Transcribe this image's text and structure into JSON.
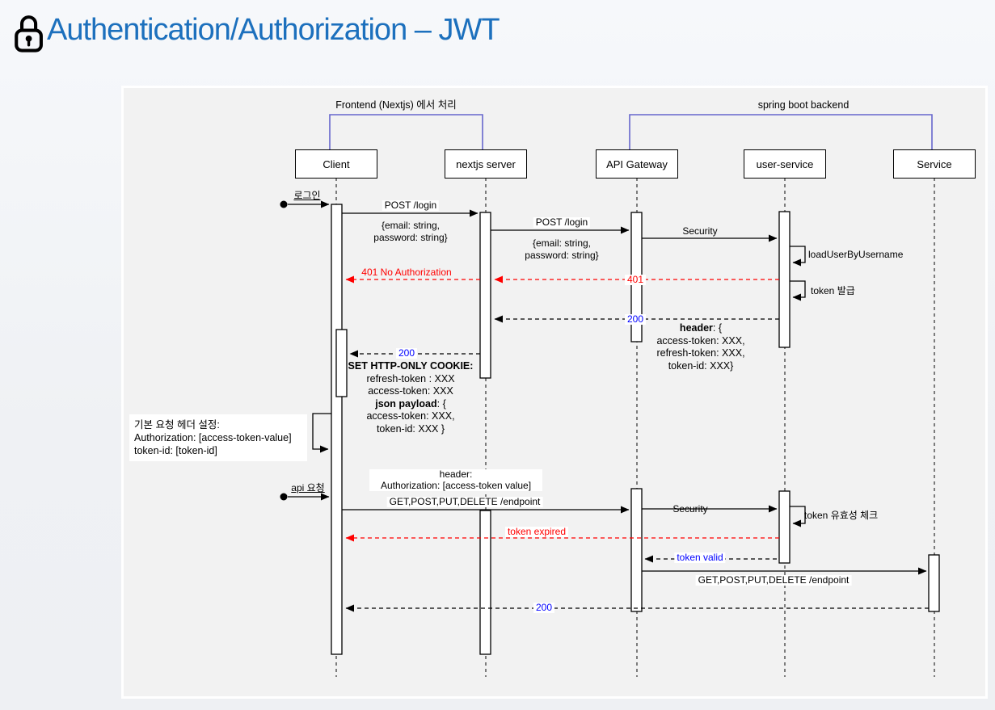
{
  "title": {
    "text": "Authentication/Authorization – JWT"
  },
  "groups": {
    "frontend": "Frontend (Nextjs) 에서 처리",
    "backend": "spring boot backend"
  },
  "participants": [
    "Client",
    "nextjs server",
    "API Gateway",
    "user-service",
    "Service"
  ],
  "messages": {
    "login_trigger": "로그인",
    "post_login_1": "POST /login",
    "login_body_1a": "{email: string,",
    "login_body_1b": "password: string}",
    "post_login_2": "POST /login",
    "login_body_2a": "{email: string,",
    "login_body_2b": "password: string}",
    "security_1": "Security",
    "load_user": "loadUserByUsername",
    "no_auth_401": "401 No Authorization",
    "s401": "401",
    "token_issue": "token 발급",
    "s200_backend": "200",
    "s200_front": "200",
    "api_trigger": "api 요청",
    "get_endpoint_1": "GET,POST,PUT,DELETE /endpoint",
    "security_2": "Security",
    "token_check": "token 유효성 체크",
    "token_expired": "token expired",
    "token_valid": "token valid",
    "get_endpoint_2": "GET,POST,PUT,DELETE /endpoint",
    "s200_final": "200"
  },
  "notes": {
    "header_note": {
      "bold": "header",
      "rest": ": {",
      "l2": "access-token: XXX,",
      "l3": "refresh-token: XXX,",
      "l4": "token-id: XXX}"
    },
    "cookie_note": {
      "l1": "SET HTTP-ONLY COOKIE:",
      "l2": "refresh-token : XXX",
      "l3": "access-token: XXX",
      "l4_bold": "json payload",
      "l4_rest": ": {",
      "l5": "access-token: XXX,",
      "l6": "token-id: XXX }"
    },
    "default_header_note": {
      "l1": "기본 요청 헤더 설정:",
      "l2": "Authorization:  [access-token-value]",
      "l3": "token-id: [token-id]"
    },
    "request_header_note": {
      "l1": "header:",
      "l2": "Authorization: [access-token value]"
    }
  },
  "colors": {
    "title": "#1c70bd",
    "error": "#ff0000",
    "status": "#0000ff",
    "bracket": "#6666cc"
  }
}
